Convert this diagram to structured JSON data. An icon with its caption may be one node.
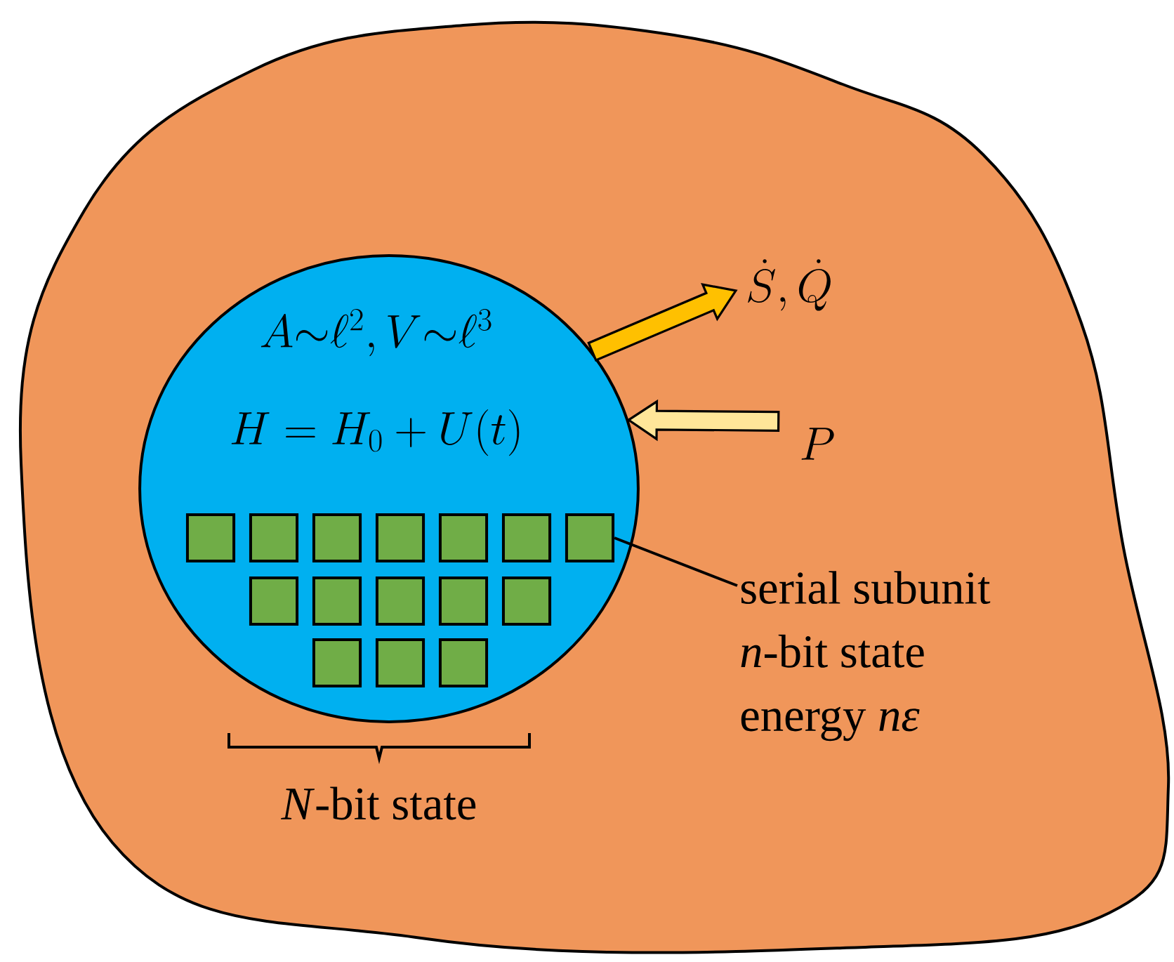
{
  "diagram": {
    "nodes": [
      {
        "text": [],
        "shape": "blob"
      },
      {
        "text": [
          "A{\\sim}\\ell^2, V{\\sim}\\ell^3",
          "H = H_0 + U(t)"
        ],
        "in": 0
      },
      {
        "text": [],
        "shape": "box",
        "in": 1
      },
      {
        "text": [],
        "shape": "box",
        "in": 1
      },
      {
        "text": [],
        "shape": "box",
        "in": 1
      },
      {
        "text": [],
        "shape": "box",
        "in": 1
      },
      {
        "text": [],
        "shape": "box",
        "in": 1
      },
      {
        "text": [],
        "shape": "box",
        "in": 1
      },
      {
        "text": [],
        "shape": "box",
        "in": 1
      },
      {
        "text": [],
        "shape": "box",
        "in": 1
      },
      {
        "text": [],
        "shape": "box",
        "in": 1
      },
      {
        "text": [],
        "shape": "box",
        "in": 1
      },
      {
        "text": [],
        "shape": "box",
        "in": 1
      },
      {
        "text": [],
        "shape": "box",
        "in": 1
      },
      {
        "text": [],
        "shape": "box",
        "in": 1
      },
      {
        "text": [],
        "shape": "box",
        "in": 1
      },
      {
        "text": [],
        "shape": "box",
        "in": 1
      },
      {
        "text": [
          "serial subunit",
          "*n*-bit state",
          "energy *nε*"
        ],
        "in": 0
      },
      {
        "text": [
          "\\dot{S}, \\dot{Q}"
        ],
        "in": 0
      },
      {
        "text": [
          "P"
        ],
        "in": 0
      }
    ],
    "edges": [
      {
        "from": 17,
        "to": 8,
        "arrow": "none"
      },
      {
        "from": 1,
        "to": 18,
        "arrow": "to",
        "style": "thick",
        "color": "#ffc000"
      },
      {
        "from": 19,
        "to": 1,
        "arrow": "to",
        "style": "thick",
        "color": "#ffe699"
      }
    ],
    "labels": [
      "*N*-bit state"
    ]
  }
}
